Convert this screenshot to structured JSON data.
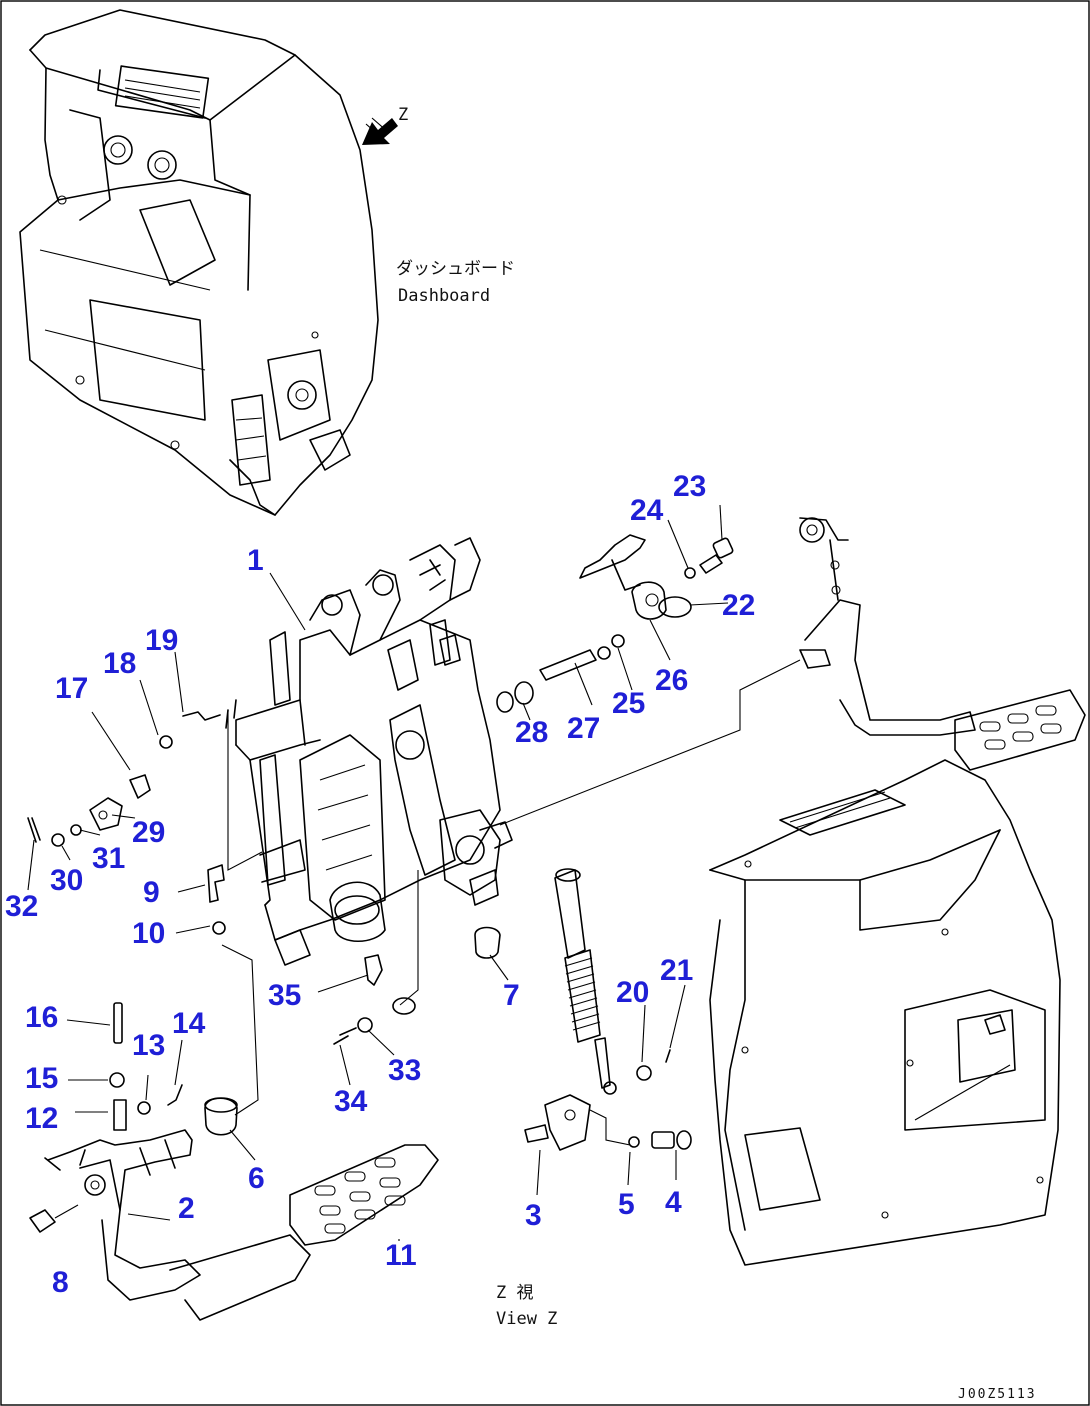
{
  "labels": {
    "dashboard_jp": "ダッシュボード",
    "dashboard_en": "Dashboard",
    "view_jp": "Z 視",
    "view_en": "View Z",
    "arrow_letter": "Z",
    "drawing_code": "J00Z5113"
  },
  "callouts": [
    "1",
    "2",
    "3",
    "4",
    "5",
    "6",
    "7",
    "8",
    "9",
    "10",
    "11",
    "12",
    "13",
    "14",
    "15",
    "16",
    "17",
    "18",
    "19",
    "20",
    "21",
    "22",
    "23",
    "24",
    "25",
    "26",
    "27",
    "28",
    "29",
    "30",
    "31",
    "32",
    "33",
    "34",
    "35"
  ],
  "colors": {
    "callout": "#1f1fd6",
    "line": "#000000",
    "background": "#ffffff"
  }
}
